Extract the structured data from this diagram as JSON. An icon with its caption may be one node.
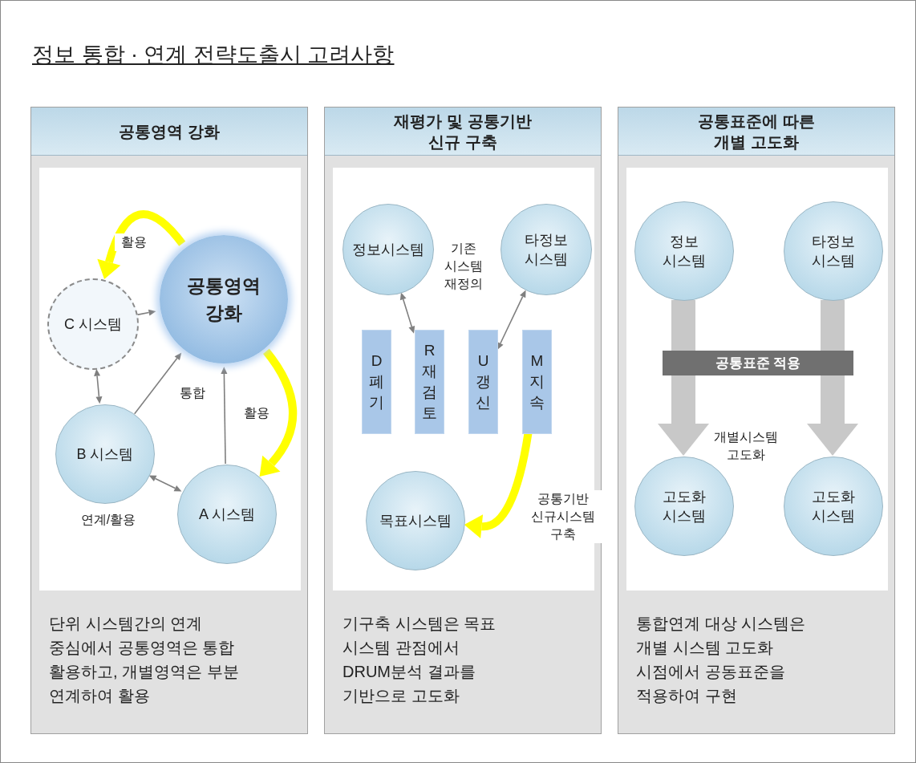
{
  "diagram": {
    "title": "정보 통합 · 연계 전략도출시 고려사항",
    "nodes": [
      {
        "text": [
          "공통영역 강화",
          "단위 시스템간의 연계 중심에서 공통영역은 통합 활용하고, 개별영역은 부분 연계하여 활용"
        ]
      },
      {
        "text": [
          "공통영역 강화"
        ],
        "in": 0
      },
      {
        "text": [
          "C 시스템"
        ],
        "in": 0
      },
      {
        "text": [
          "B 시스템"
        ],
        "in": 0
      },
      {
        "text": [
          "A 시스템"
        ],
        "in": 0
      },
      {
        "text": [
          "재평가 및 공통기반 신규 구축",
          "기구축 시스템은 목표 시스템 관점에서 DRUM분석 결과를 기반으로 고도화"
        ]
      },
      {
        "text": [
          "정보시스템"
        ],
        "in": 5
      },
      {
        "text": [
          "타정보 시스템"
        ],
        "in": 5
      },
      {
        "text": [
          "D 폐기"
        ],
        "in": 5
      },
      {
        "text": [
          "R 재검토"
        ],
        "in": 5
      },
      {
        "text": [
          "U 갱신"
        ],
        "in": 5
      },
      {
        "text": [
          "M 지속"
        ],
        "in": 5
      },
      {
        "text": [
          "목표시스템"
        ],
        "in": 5
      },
      {
        "text": [
          "공통표준에 따른 개별 고도화",
          "통합연계 대상 시스템은 개별 시스템 고도화 시점에서 공동표준을 적용하여 구현"
        ]
      },
      {
        "text": [
          "정보 시스템"
        ],
        "in": 13
      },
      {
        "text": [
          "타정보 시스템"
        ],
        "in": 13
      },
      {
        "text": [
          "고도화 시스템"
        ],
        "in": 13
      },
      {
        "text": [
          "고도화 시스템"
        ],
        "in": 13
      }
    ],
    "edges": [
      {
        "from": 2,
        "to": 1,
        "arrow": "to"
      },
      {
        "from": 2,
        "to": 3,
        "arrow": "both"
      },
      {
        "from": 3,
        "to": 1,
        "arrow": "to",
        "label": "통합"
      },
      {
        "from": 3,
        "to": 4,
        "arrow": "both",
        "label": "연계/활용"
      },
      {
        "from": 4,
        "to": 1,
        "arrow": "to"
      },
      {
        "from": 1,
        "to": 2,
        "arrow": "to",
        "label": "활용",
        "style": "thick",
        "color": "#ffff00"
      },
      {
        "from": 1,
        "to": 4,
        "arrow": "to",
        "label": "활용",
        "style": "thick",
        "color": "#ffff00"
      },
      {
        "from": 6,
        "to": 9,
        "arrow": "both"
      },
      {
        "from": 7,
        "to": 10,
        "arrow": "both"
      },
      {
        "from": 11,
        "to": 12,
        "arrow": "to",
        "label": "공통기반 신규시스템 구축",
        "style": "thick",
        "color": "#ffff00"
      },
      {
        "from": 14,
        "to": 16,
        "arrow": "to",
        "style": "thick",
        "color": "#c8c8c8"
      },
      {
        "from": 15,
        "to": 17,
        "arrow": "to",
        "style": "thick",
        "color": "#c8c8c8"
      }
    ],
    "labels": [
      "기존 시스템 재정의",
      "공통표준 적용",
      "개별시스템 고도화"
    ]
  }
}
